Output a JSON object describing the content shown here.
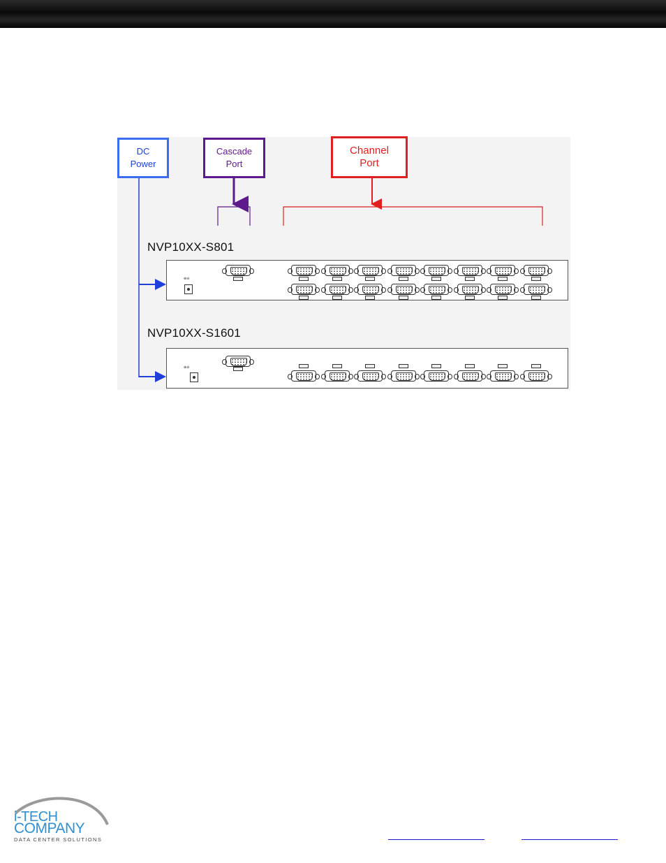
{
  "callouts": {
    "dc_power": {
      "line1": "DC",
      "line2": "Power"
    },
    "cascade_port": {
      "line1": "Cascade",
      "line2": "Port"
    },
    "channel_port": {
      "line1": "Channel",
      "line2": "Port"
    }
  },
  "models": {
    "s801": {
      "name": "NVP10XX-S801",
      "port_rows": 2,
      "ports_per_row": 8
    },
    "s1601": {
      "name": "NVP10XX-S1601",
      "port_rows": 1,
      "ports_per_row": 8
    }
  },
  "colors": {
    "dc_power": "#3b6df0",
    "cascade_port": "#5e1a8c",
    "channel_port": "#e02020",
    "header_bar": "#111111",
    "logo": "#2f8fd0"
  },
  "footer": {
    "logo": {
      "line1": "i-TECH",
      "line2": "COMPANY",
      "tagline": "DATA CENTER SOLUTIONS"
    }
  }
}
